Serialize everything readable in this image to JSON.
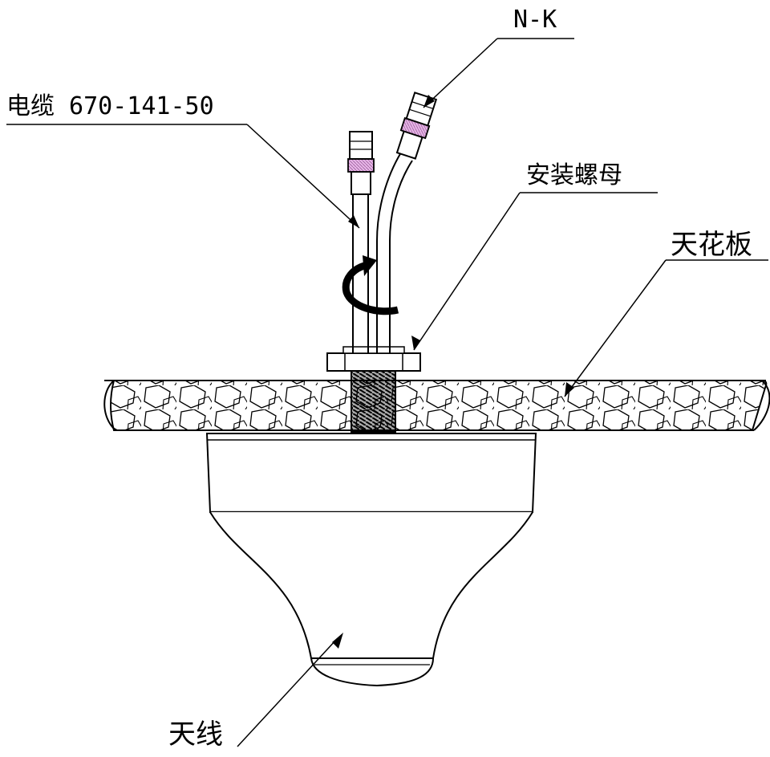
{
  "labels": {
    "cable": "电缆 670-141-50",
    "nk": "N-K",
    "nut": "安装螺母",
    "ceiling": "天花板",
    "antenna": "天线"
  },
  "colors": {
    "line": "#000000",
    "connector_band": "#e8b8e8",
    "background": "#ffffff"
  }
}
